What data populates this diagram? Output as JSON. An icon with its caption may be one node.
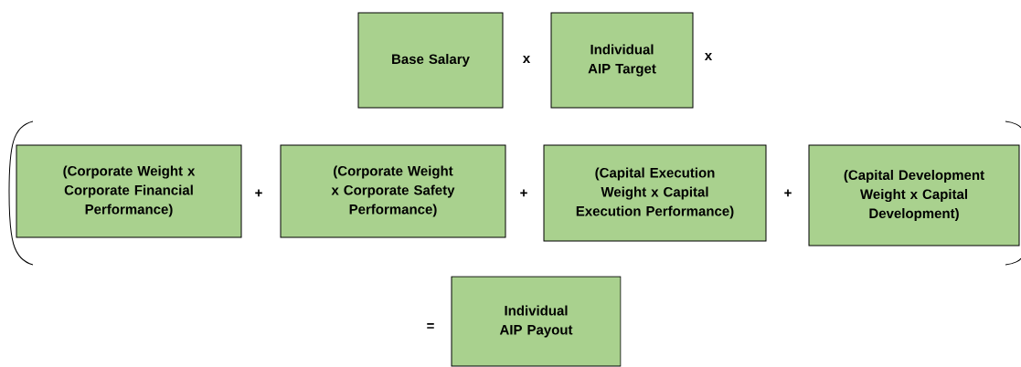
{
  "diagram": {
    "nodes": [
      {
        "text": [
          "Base Salary"
        ]
      },
      {
        "text": [
          "Individual AIP Target"
        ]
      },
      {
        "text": [
          "(Corporate Weight x Corporate Financial Performance)"
        ]
      },
      {
        "text": [
          "(Corporate Weight x Corporate Safety Performance)"
        ]
      },
      {
        "text": [
          "(Capital Execution Weight x Capital Execution Performance)"
        ]
      },
      {
        "text": [
          "(Capital Development Weight x Capital Development)"
        ]
      },
      {
        "text": [
          "Individual AIP Payout"
        ]
      }
    ],
    "labels": [
      "x",
      "x",
      "+",
      "+",
      "+",
      "="
    ]
  }
}
